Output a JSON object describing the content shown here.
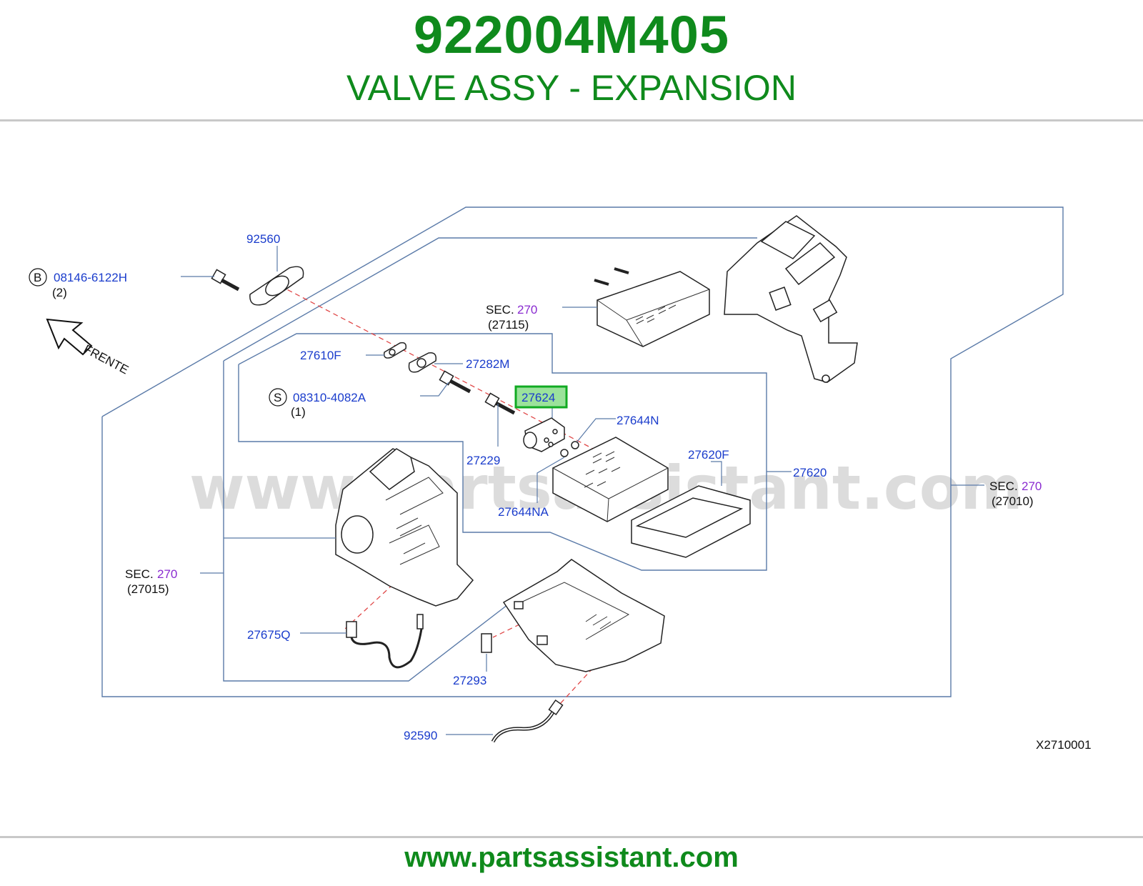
{
  "header": {
    "part_number": "922004M405",
    "description": "VALVE ASSY - EXPANSION"
  },
  "footer": {
    "url": "www.partsassistant.com"
  },
  "watermark": "www.partsassistant.com",
  "diagram": {
    "code": "X2710001",
    "frente": "FRENTE",
    "callouts": {
      "p92560": "92560",
      "p08146_prefix": "B",
      "p08146": "08146-6122H",
      "p08146_qty": "(2)",
      "sec_a": "SEC.",
      "sec_a_num": "270",
      "sec_a_ref": "(27115)",
      "p27610F": "27610F",
      "p27282M": "27282M",
      "p08310_prefix": "S",
      "p08310": "08310-4082A",
      "p08310_qty": "(1)",
      "p27624": "27624",
      "p27644N": "27644N",
      "p27229": "27229",
      "p27620F": "27620F",
      "p27620": "27620",
      "p27644NA": "27644NA",
      "sec_b": "SEC.",
      "sec_b_num": "270",
      "sec_b_ref": "(27010)",
      "sec_c": "SEC.",
      "sec_c_num": "270",
      "sec_c_ref": "(27015)",
      "p27675Q": "27675Q",
      "p27293": "27293",
      "p92590": "92590"
    },
    "highlight_part": "27624",
    "colors": {
      "title_green": "#0f8a1c",
      "label_blue": "#1a3ccc",
      "sec_purple": "#8a2bd0",
      "highlight_border": "#11aa22",
      "highlight_fill": "#9be29b"
    }
  }
}
